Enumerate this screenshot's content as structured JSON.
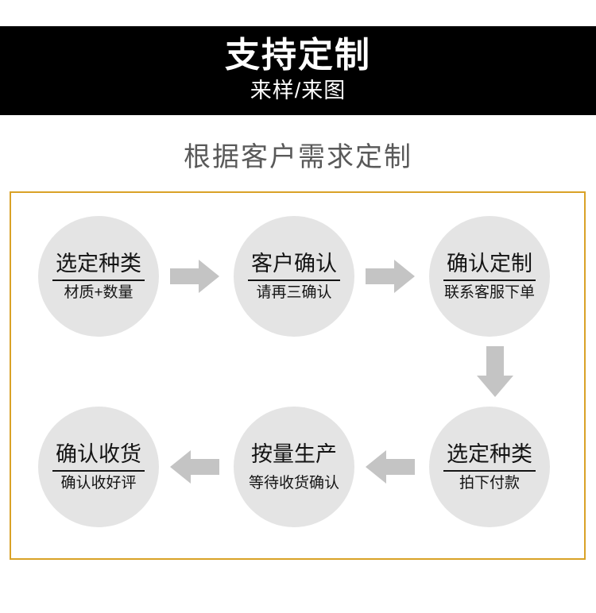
{
  "banner": {
    "title": "支持定制",
    "subtitle": "来样/来图",
    "background": "#000000",
    "text_color": "#ffffff"
  },
  "section": {
    "heading": "根据客户需求定制",
    "heading_color": "#595959"
  },
  "panel": {
    "border_color": "#d9a227"
  },
  "flow": {
    "circle_color": "#e4e4e4",
    "arrow_color": "#c4c4c4",
    "text_color": "#141414",
    "nodes": [
      {
        "title": "选定种类",
        "sub": "材质+数量",
        "divider": true
      },
      {
        "title": "客户确认",
        "sub": "请再三确认",
        "divider": true
      },
      {
        "title": "确认定制",
        "sub": "联系客服下单",
        "divider": true
      },
      {
        "title": "确认收货",
        "sub": "确认收好评",
        "divider": true
      },
      {
        "title": "按量生产",
        "sub": "等待收货确认",
        "divider": false
      },
      {
        "title": "选定种类",
        "sub": "拍下付款",
        "divider": true
      }
    ],
    "arrows": [
      {
        "name": "arrow-right-step1-to-step2",
        "direction": "right"
      },
      {
        "name": "arrow-right-step2-to-step3",
        "direction": "right"
      },
      {
        "name": "arrow-down-step3-to-step4",
        "direction": "down"
      },
      {
        "name": "arrow-left-step5-to-step6",
        "direction": "left"
      },
      {
        "name": "arrow-left-step4-to-step5",
        "direction": "left"
      }
    ]
  }
}
